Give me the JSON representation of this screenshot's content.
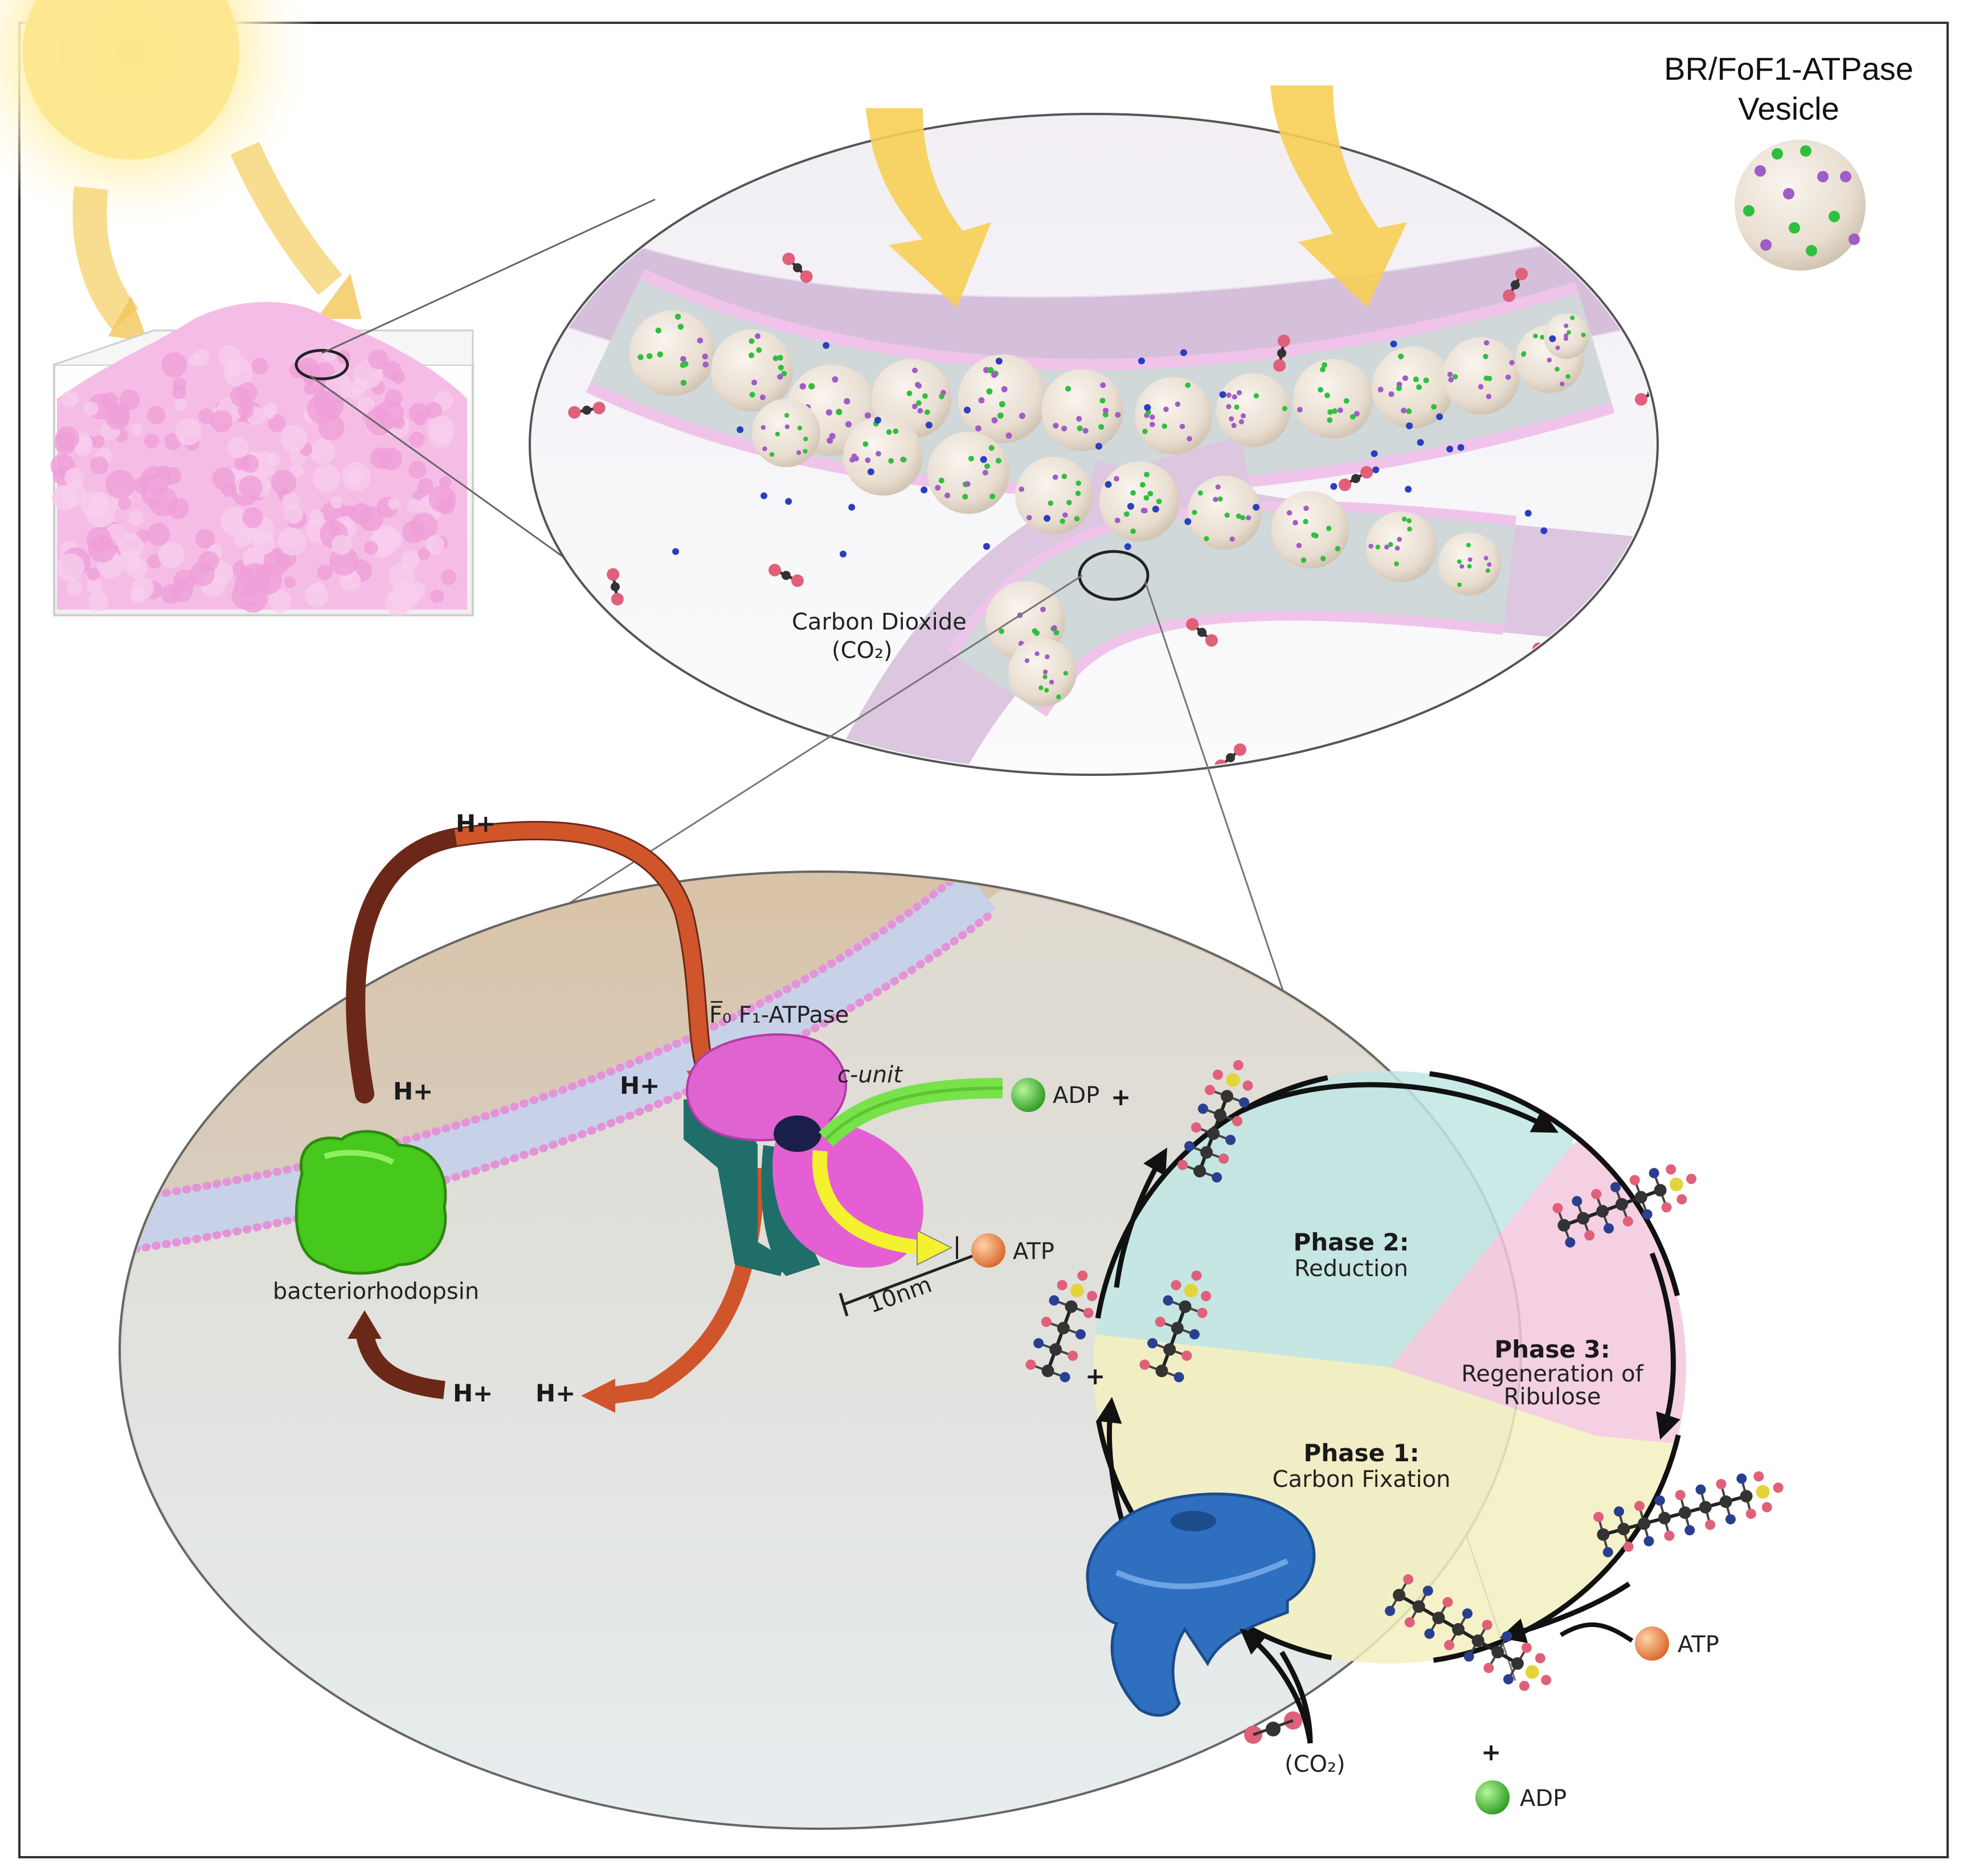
{
  "vesicle_legend": {
    "title_line1": "BR/FoF1-ATPase",
    "title_line2": "Vesicle"
  },
  "zoom_labels": {
    "co2_name": "Carbon Dioxide",
    "co2_formula": "(CO₂)"
  },
  "membrane": {
    "proton": "H+",
    "atpase_label": "F̅₀ F₁-ATPase",
    "c_unit": "c-unit",
    "bacteriorhodopsin": "bacteriorhodopsin",
    "scale": "10nm",
    "adp": "ADP",
    "atp": "ATP",
    "plus": "+"
  },
  "cycle": {
    "phase2_title": "Phase 2:",
    "phase2_sub": "Reduction",
    "phase3_title": "Phase 3:",
    "phase3_sub1": "Regeneration of",
    "phase3_sub2": "Ribulose",
    "phase1_title": "Phase 1:",
    "phase1_sub": "Carbon Fixation",
    "atp": "ATP",
    "adp": "ADP",
    "co2": "(CO₂)",
    "plus": "+"
  },
  "colors": {
    "frame": "#333333",
    "vesicle_fill": "#e8ddd0",
    "green_dot": "#2fbf3f",
    "purple_dot": "#a05cc8",
    "blue_dot": "#2a3fbf",
    "tube_pink": "#e3c4e6",
    "sun_yellow": "#fde58a",
    "arrow_orange": "#d0552a",
    "arrow_brown": "#6b2818",
    "bacteriorhodopsin": "#46c81c",
    "atpase_pink": "#e064d0",
    "atpase_teal": "#1f6e6a",
    "rubisco_blue": "#2f6fbf",
    "phase1": "#f3f0bf",
    "phase2": "#bfe6e3",
    "phase3": "#f3c8dd"
  }
}
